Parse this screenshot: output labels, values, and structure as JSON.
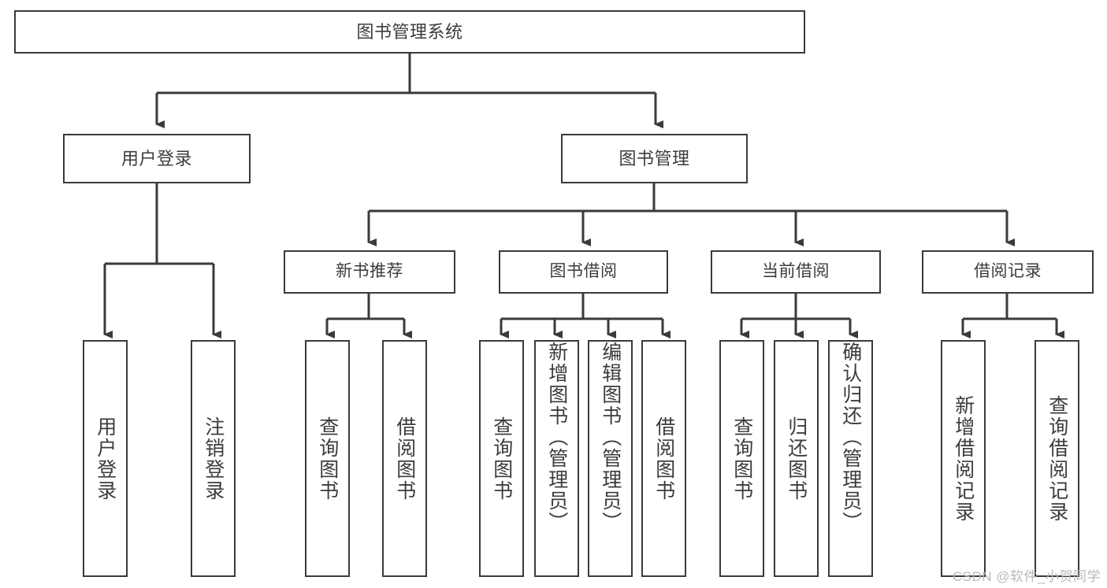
{
  "diagram": {
    "title": "图书管理系统",
    "type": "tree-hierarchy-diagram",
    "stroke_color": "#3a3a3a",
    "text_color": "#3c3c3c",
    "background_color": "#ffffff",
    "root": {
      "label": "图书管理系统"
    },
    "level2": [
      {
        "label": "用户登录"
      },
      {
        "label": "图书管理"
      }
    ],
    "level3": [
      {
        "label": "新书推荐"
      },
      {
        "label": "图书借阅"
      },
      {
        "label": "当前借阅"
      },
      {
        "label": "借阅记录"
      }
    ],
    "leaves": [
      {
        "label": "用户登录",
        "parent": "用户登录"
      },
      {
        "label": "注销登录",
        "parent": "用户登录"
      },
      {
        "label": "查询图书",
        "parent": "新书推荐"
      },
      {
        "label": "借阅图书",
        "parent": "新书推荐"
      },
      {
        "label": "查询图书",
        "parent": "图书借阅"
      },
      {
        "label": "新增图书（管理员）",
        "parent": "图书借阅"
      },
      {
        "label": "编辑图书（管理员）",
        "parent": "图书借阅"
      },
      {
        "label": "借阅图书",
        "parent": "图书借阅"
      },
      {
        "label": "查询图书",
        "parent": "当前借阅"
      },
      {
        "label": "归还图书",
        "parent": "当前借阅"
      },
      {
        "label": "确认归还（管理员）",
        "parent": "当前借阅"
      },
      {
        "label": "新增借阅记录",
        "parent": "借阅记录"
      },
      {
        "label": "查询借阅记录",
        "parent": "借阅记录"
      }
    ]
  },
  "watermark": {
    "text": "CSDN @软件_小贺同学"
  }
}
